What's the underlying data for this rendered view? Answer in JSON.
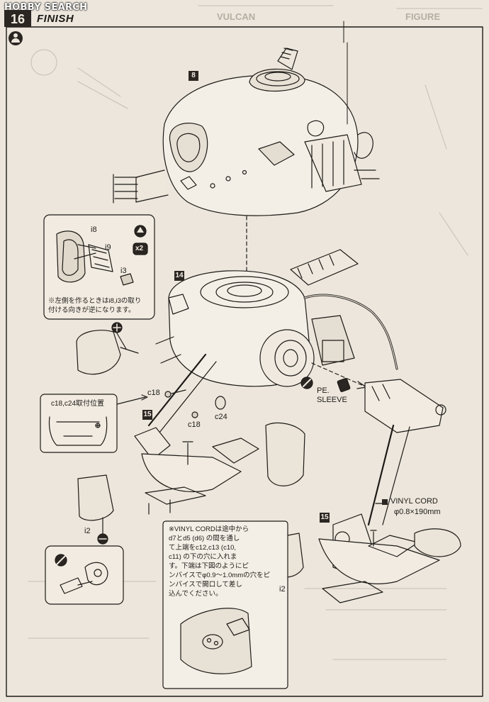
{
  "watermark": {
    "brand": "HOBBY SEARCH"
  },
  "step": {
    "number": "16",
    "title": "FINISH"
  },
  "faint_background": {
    "header_mid": "VULCAN",
    "header_right": "FIGURE"
  },
  "part_numbers": {
    "upper_body": "8",
    "lower_body": "14",
    "left_leg": "15",
    "right_leg": "15"
  },
  "inset_hatch": {
    "parts": [
      "i8",
      "i9",
      "i3"
    ],
    "multiplier": "x2",
    "note": "※左側を作るときはi8,i3の取り\n付ける向きが逆になります。"
  },
  "inset_mount": {
    "title": "c18,c24取付位置"
  },
  "callouts": {
    "c18_upper": "c18",
    "c18_lower": "c18",
    "c24": "c24",
    "pe_sleeve_line1": "PE.",
    "pe_sleeve_line2": "SLEEVE",
    "vinyl_cord_title": "VINYL CORD",
    "vinyl_cord_spec": "φ0.8×190mm",
    "i2_left": "i2",
    "i2_right": "i2"
  },
  "vinyl_note": {
    "text": "※VINYL CORDは途中から\nd7とd5 (d6) の間を通し\nて上端をc12,c13 (c10,\nc11) の下の穴に入れま\nす。下端は下図のようにピ\nンバイスでφ0.9～1.0mmの穴をピ\nンバイスで開口して差し\n込んでください。"
  },
  "colors": {
    "paper": "#ece6dc",
    "ink": "#1d1a17",
    "faint": "#b7aea2"
  }
}
